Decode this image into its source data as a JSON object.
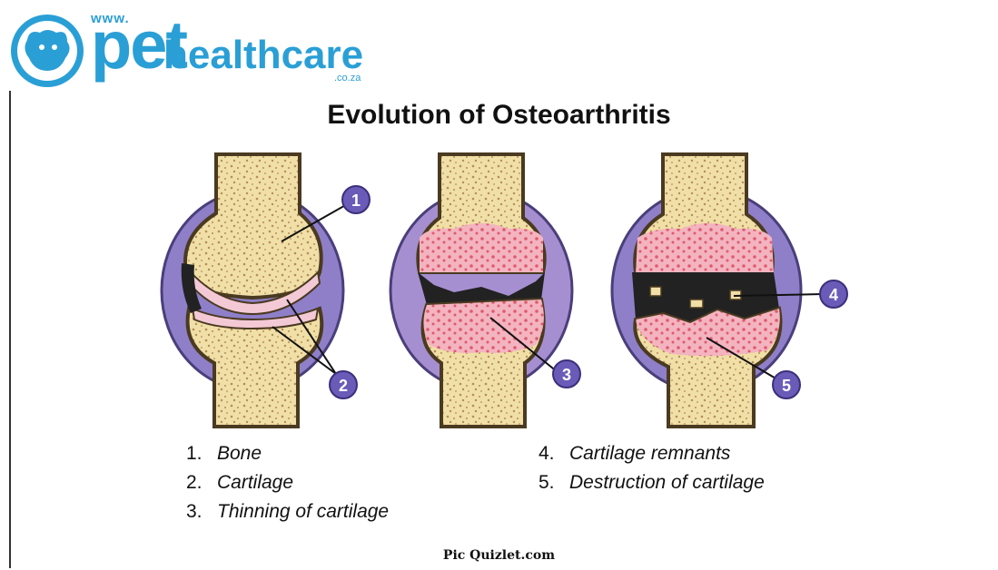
{
  "logo": {
    "www": "www.",
    "pet": "pet",
    "healthcare": "healthcare",
    "domain": ".co.za"
  },
  "title": "Evolution of Osteoarthritis",
  "markers": [
    "1",
    "2",
    "3",
    "4",
    "5"
  ],
  "legend": [
    {
      "num": "1.",
      "label": "Bone"
    },
    {
      "num": "2.",
      "label": "Cartilage"
    },
    {
      "num": "3.",
      "label": "Thinning of cartilage"
    },
    {
      "num": "4.",
      "label": "Cartilage remnants"
    },
    {
      "num": "5.",
      "label": "Destruction of cartilage"
    }
  ],
  "credit": "Pic Quizlet.com",
  "colors": {
    "brand": "#2a9fd6",
    "bone": "#f0dfa6",
    "bone_dots": "#b58c5a",
    "capsule": "#8f7fc9",
    "cartilage": "#f4c9d6",
    "inflamed": "#e88b99",
    "marker": "#6a5bb8"
  }
}
